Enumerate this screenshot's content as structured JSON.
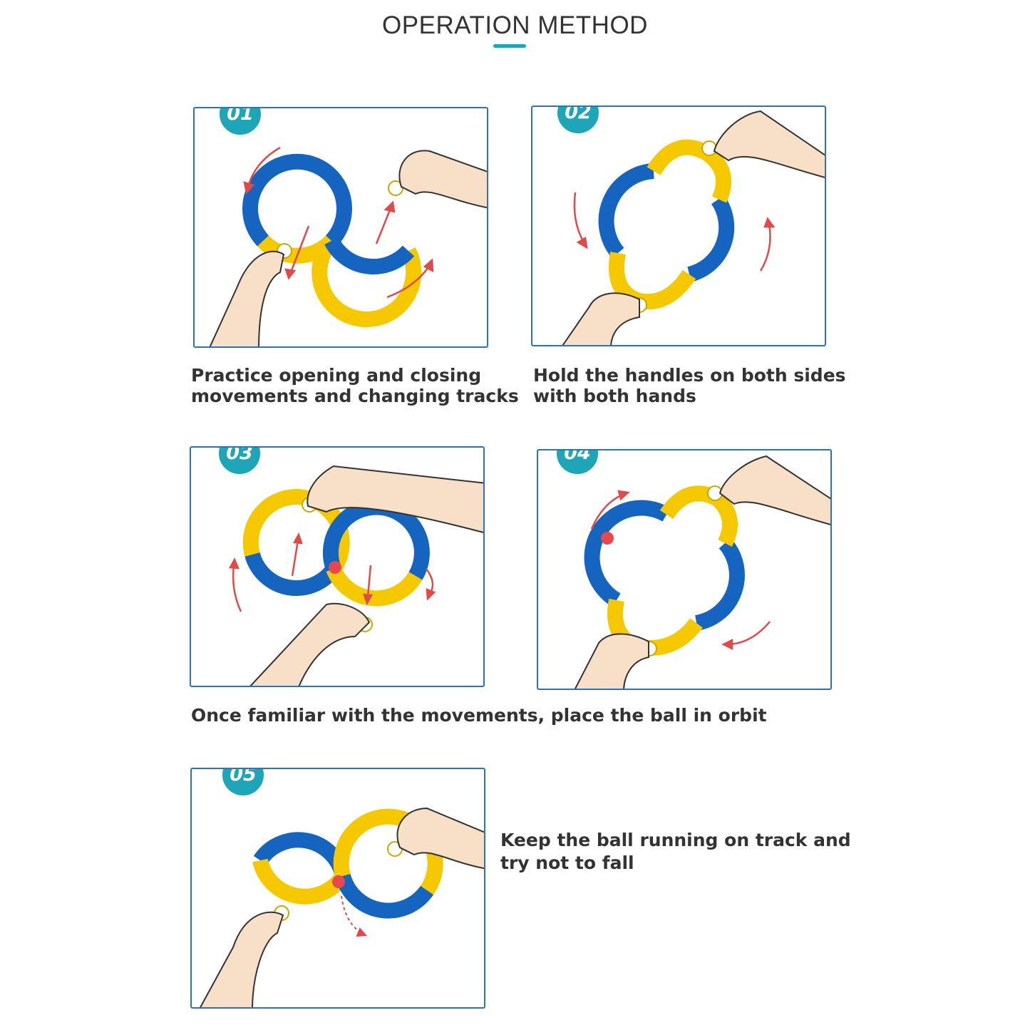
{
  "header": {
    "title": "OPERATION METHOD"
  },
  "steps": [
    {
      "number": "01",
      "caption_line1": "Practice opening and closing",
      "caption_line2": "movements and changing tracks"
    },
    {
      "number": "02",
      "caption_line1": "Hold the handles on both sides",
      "caption_line2": "with both hands"
    },
    {
      "number": "03"
    },
    {
      "number": "04"
    },
    {
      "number": "05",
      "caption_line1": "Keep the ball running on track and",
      "caption_line2": "try not to fall"
    }
  ],
  "shared_caption": "Once familiar with the movements, place the ball in orbit",
  "colors": {
    "accent": "#1ea5b8",
    "frame": "#2f73b7",
    "track_blue": "#1565c0",
    "track_yellow": "#f5c800",
    "arrow": "#e04a4a",
    "ball": "#e8474d",
    "skin": "#f7dfc8"
  }
}
